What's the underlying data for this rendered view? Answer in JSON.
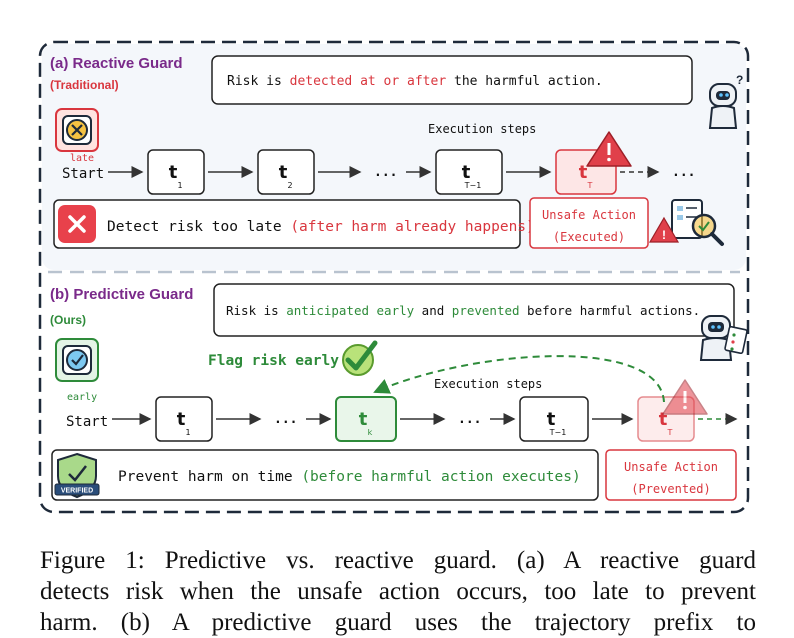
{
  "figure": {
    "colors": {
      "purple": "#7a2a8a",
      "red": "#d9363e",
      "green": "#2e8b3a",
      "dark": "#1e2a3a",
      "panel_a": "#f4f7fb"
    },
    "reactive": {
      "title": "(a) Reactive Guard",
      "subtitle": "(Traditional)",
      "msg_pre": "Risk is ",
      "msg_hl": "detected at or after",
      "msg_post": " the harmful action.",
      "exec_label": "Execution steps",
      "late_label": "late",
      "start": "Start",
      "steps": [
        {
          "main": "t",
          "sub": "1"
        },
        {
          "main": "t",
          "sub": "2"
        },
        {
          "main": "...",
          "sub": ""
        },
        {
          "main": "t",
          "sub": "T−1"
        },
        {
          "main": "t",
          "sub": "T"
        },
        {
          "main": "...",
          "sub": ""
        }
      ],
      "detect_pre": "Detect risk too late ",
      "detect_hl": "(after harm already happens)",
      "unsafe_line1": "Unsafe Action",
      "unsafe_line2": "(Executed)"
    },
    "predictive": {
      "title": "(b) Predictive Guard",
      "subtitle": "(Ours)",
      "msg_pre": "Risk is ",
      "msg_hl1": "anticipated early",
      "msg_mid": " and ",
      "msg_hl2": "prevented",
      "msg_post": " before harmful actions.",
      "exec_label": "Execution steps",
      "early_label": "early",
      "flag_label": "Flag risk early",
      "start": "Start",
      "steps": [
        {
          "main": "t",
          "sub": "1"
        },
        {
          "main": "...",
          "sub": ""
        },
        {
          "main": "t",
          "sub": "k"
        },
        {
          "main": "...",
          "sub": ""
        },
        {
          "main": "t",
          "sub": "T−1"
        },
        {
          "main": "t",
          "sub": "T"
        }
      ],
      "prevent_pre": "Prevent harm on time ",
      "prevent_hl": "(before harmful action executes)",
      "verified": "VERIFIED",
      "unsafe_line1": "Unsafe Action",
      "unsafe_line2": "(Prevented)"
    }
  },
  "caption": {
    "line1": "Figure 1: Predictive vs. reactive guard. (a) A reactive guard",
    "line2": "detects risk when the unsafe action occurs, too late to prevent",
    "line3": "harm. (b) A predictive guard uses the trajectory prefix to"
  }
}
